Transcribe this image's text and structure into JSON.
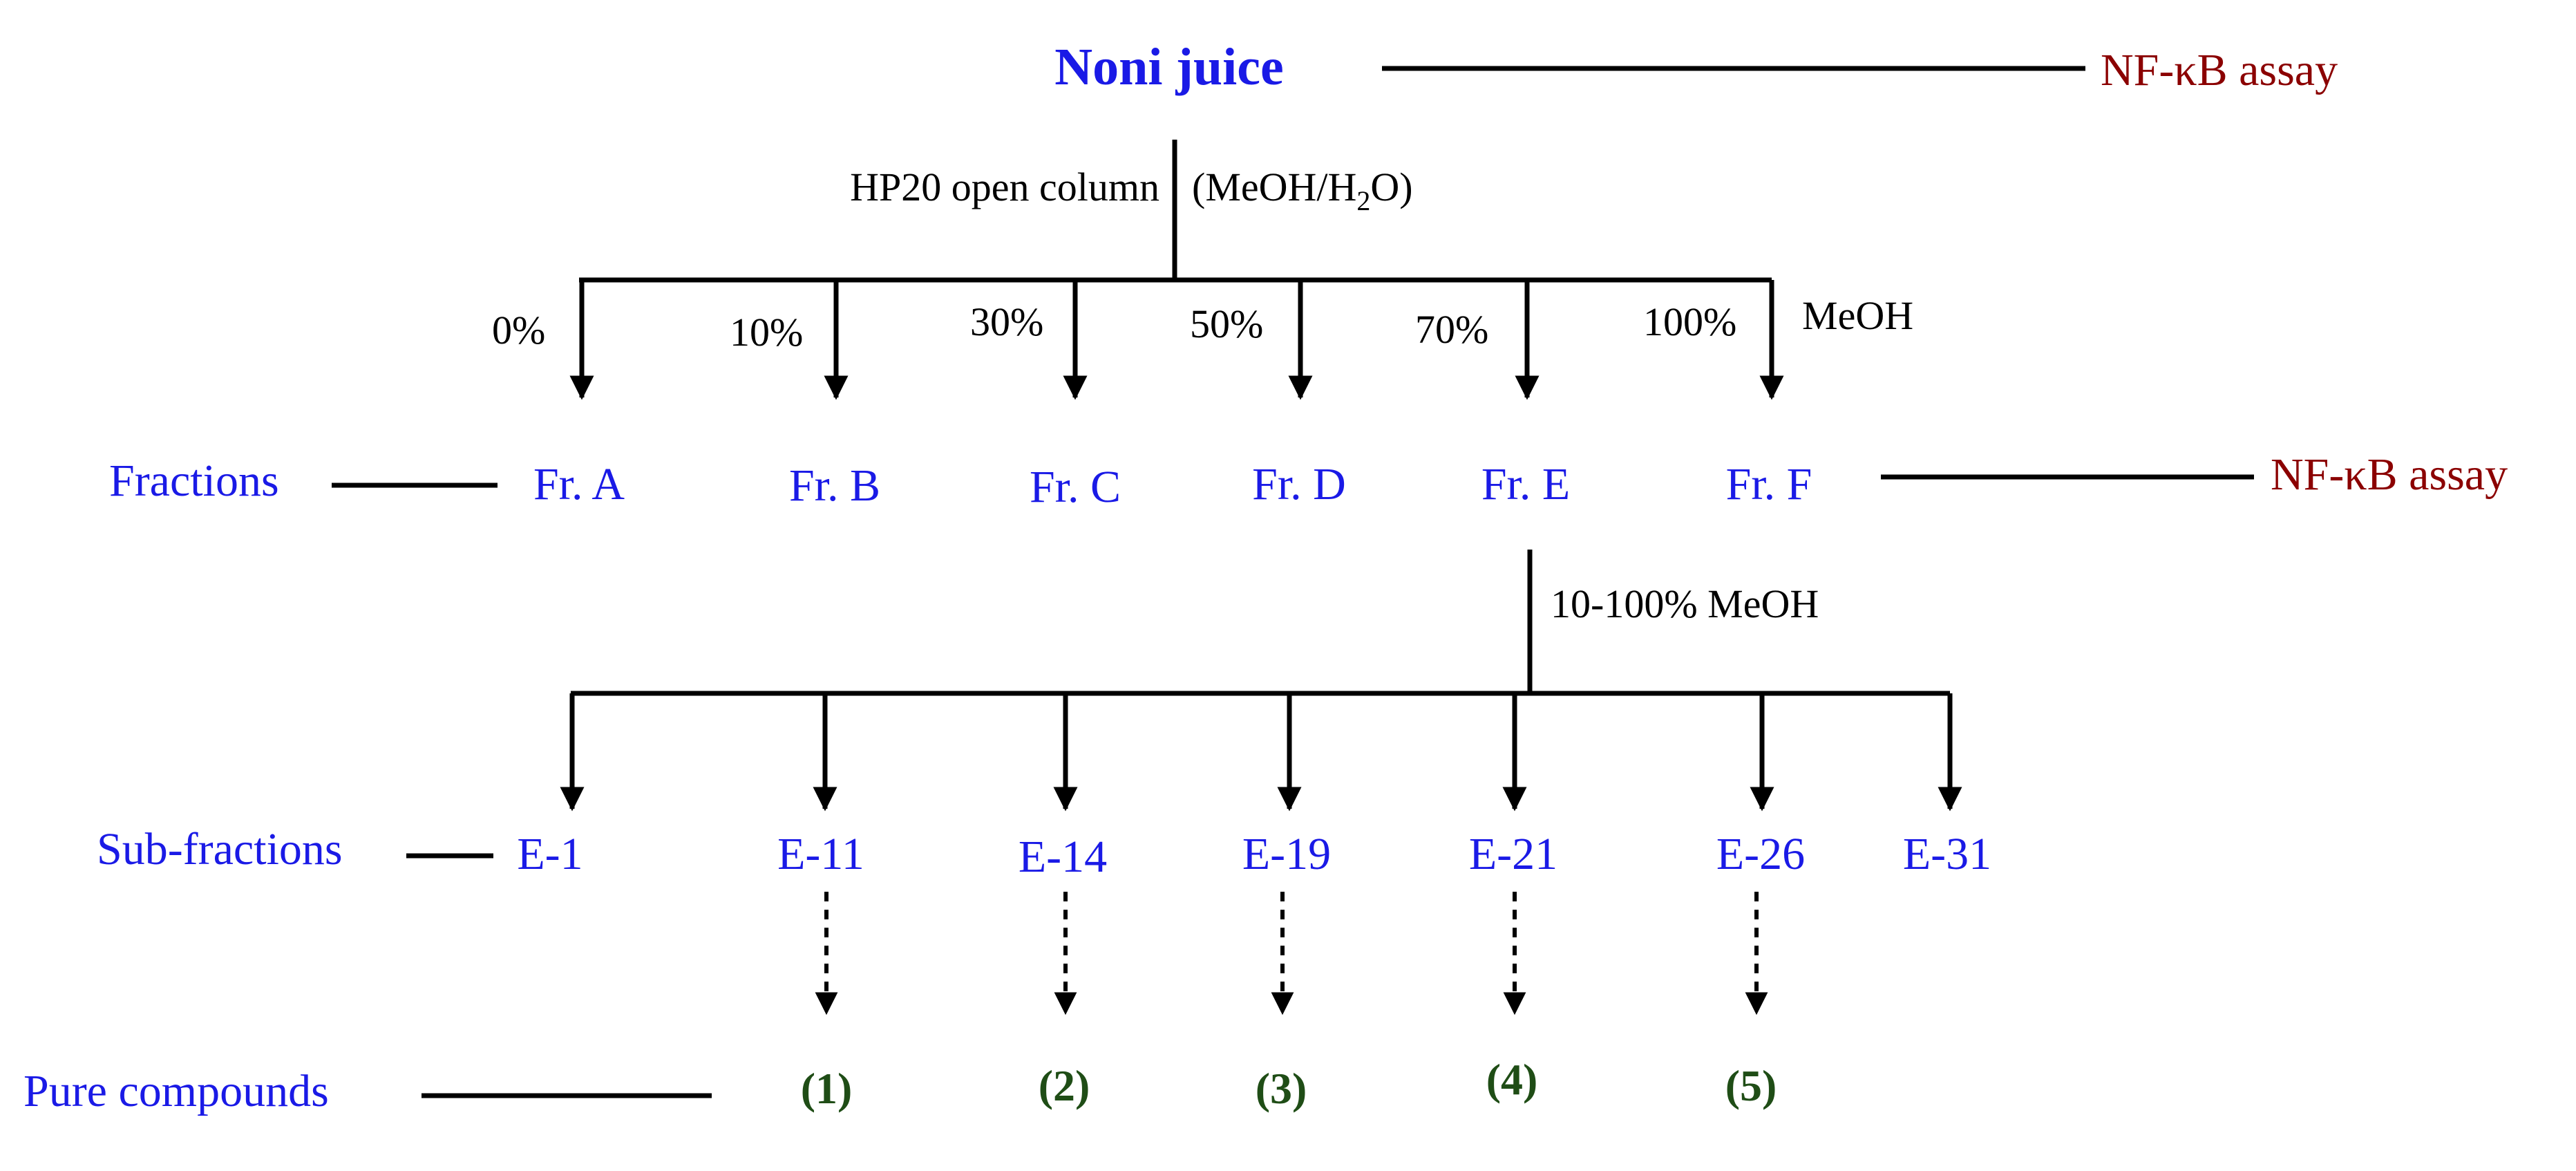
{
  "root": {
    "label": "Noni juice",
    "assay": "NF-κB assay"
  },
  "step1": {
    "method": "HP20 open column",
    "solvent_prefix": "(MeOH/H",
    "solvent_sub": "2",
    "solvent_suffix": "O)"
  },
  "gradient": {
    "percents": [
      "0%",
      "10%",
      "30%",
      "50%",
      "70%",
      "100%"
    ],
    "solvent": "MeOH"
  },
  "fractions": {
    "row_label": "Fractions",
    "items": [
      "Fr. A",
      "Fr. B",
      "Fr. C",
      "Fr. D",
      "Fr. E",
      "Fr. F"
    ],
    "assay": "NF-κB assay"
  },
  "step2": {
    "gradient": "10-100% MeOH"
  },
  "subfractions": {
    "row_label": "Sub-fractions",
    "items": [
      "E-1",
      "E-11",
      "E-14",
      "E-19",
      "E-21",
      "E-26",
      "E-31"
    ]
  },
  "compounds": {
    "row_label": "Pure compounds",
    "items": [
      "(1)",
      "(2)",
      "(3)",
      "(4)",
      "(5)"
    ]
  }
}
